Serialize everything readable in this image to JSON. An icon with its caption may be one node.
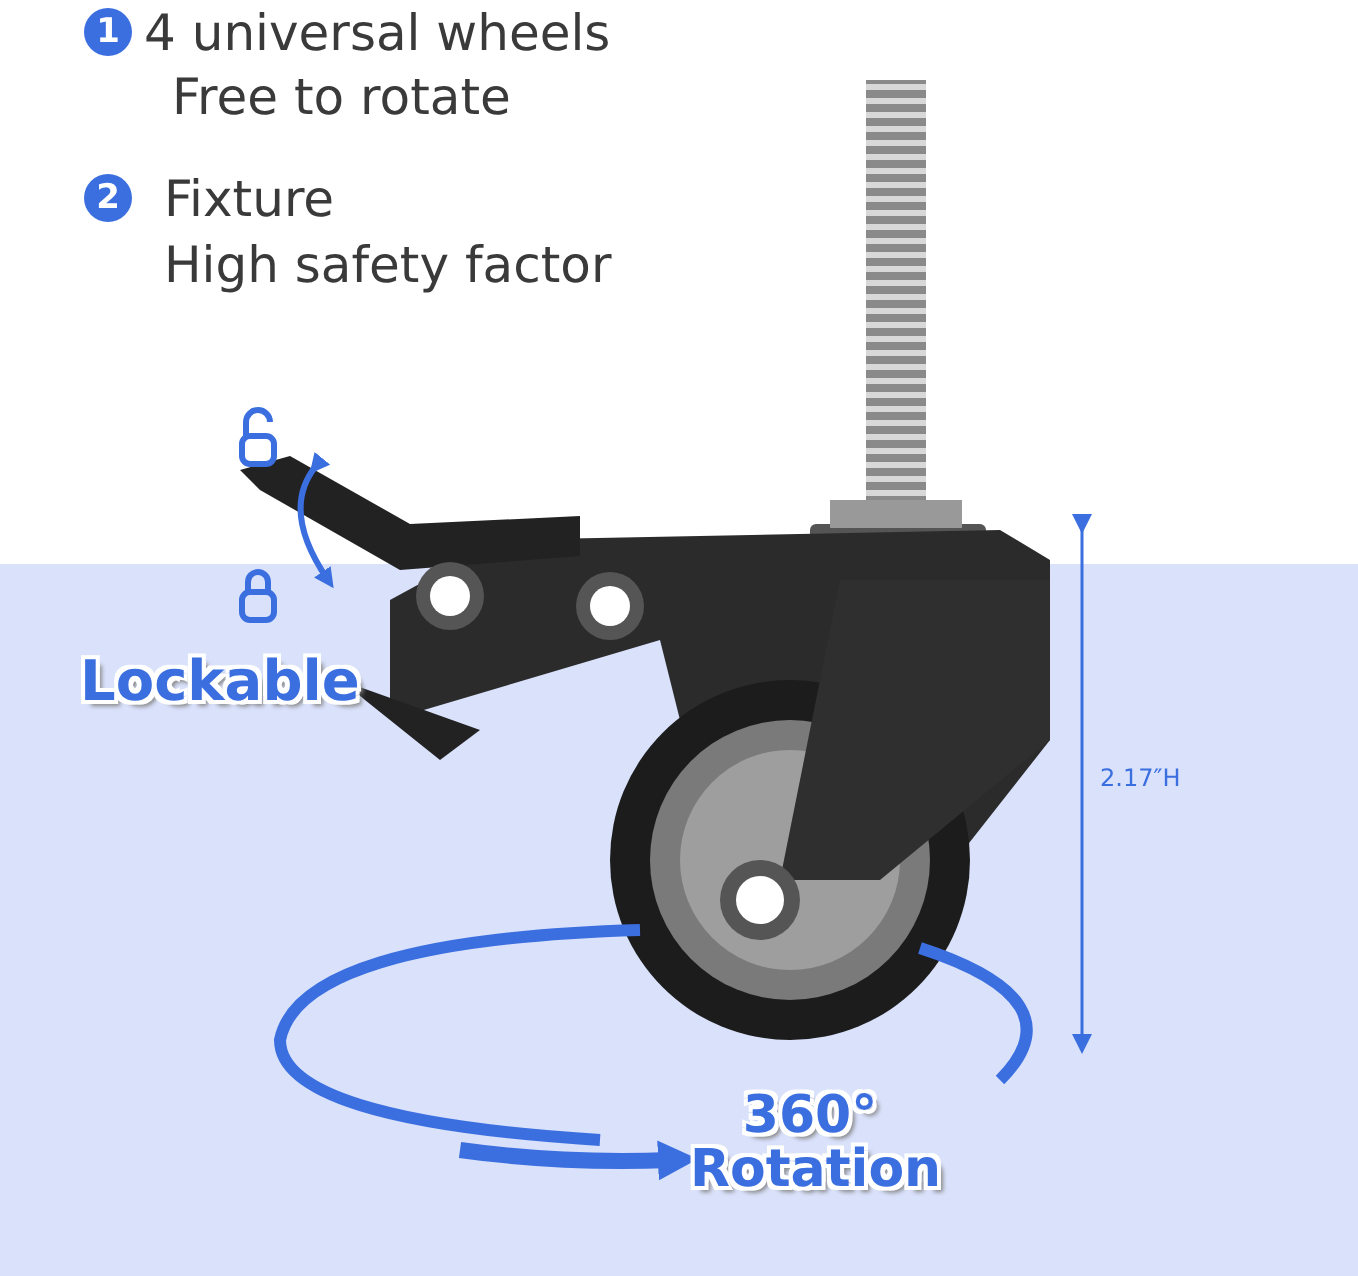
{
  "diagram": {
    "labels": [
      "1",
      "4 universal wheels",
      "Free to rotate",
      "2",
      "Fixture",
      "High safety factor",
      "Lockable",
      "2.17″H",
      "360° Rotation"
    ]
  }
}
